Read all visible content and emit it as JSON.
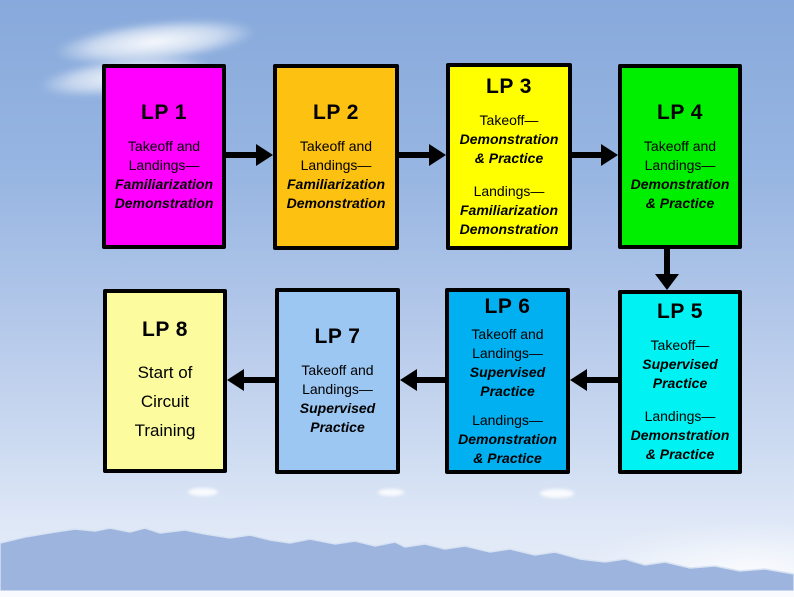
{
  "colors": {
    "border": "#000000",
    "sky_top": "#87a9db",
    "sky_bottom": "#e9eff9",
    "mountain": "#9db5de"
  },
  "boxes": {
    "lp1": {
      "title": "LP 1",
      "fill": "#FF00FF",
      "lines": [
        "Takeoff and",
        "Landings—",
        "Familiarization",
        "Demonstration"
      ]
    },
    "lp2": {
      "title": "LP 2",
      "fill": "#FDC112",
      "lines": [
        "Takeoff and",
        "Landings—",
        "Familiarization",
        "Demonstration"
      ]
    },
    "lp3": {
      "title": "LP 3",
      "fill": "#FFFF00",
      "lines": [
        "Takeoff—",
        "Demonstration",
        "& Practice",
        "Landings—",
        "Familiarization",
        "Demonstration"
      ]
    },
    "lp4": {
      "title": "LP 4",
      "fill": "#00EE00",
      "lines": [
        "Takeoff and",
        "Landings—",
        "Demonstration",
        "& Practice"
      ]
    },
    "lp5": {
      "title": "LP 5",
      "fill": "#00F2F2",
      "lines": [
        "Takeoff—",
        "Supervised",
        "Practice",
        "Landings—",
        "Demonstration",
        "& Practice"
      ]
    },
    "lp6": {
      "title": "LP 6",
      "fill": "#00B0F0",
      "lines": [
        "Takeoff and",
        "Landings—",
        "Supervised",
        "Practice",
        "Landings—",
        "Demonstration",
        "& Practice"
      ]
    },
    "lp7": {
      "title": "LP 7",
      "fill": "#9BC7F2",
      "lines": [
        "Takeoff and",
        "Landings—",
        "Supervised",
        "Practice"
      ]
    },
    "lp8": {
      "title": "LP 8",
      "fill": "#FCFC9E",
      "lines": [
        "Start of",
        "Circuit",
        "Training"
      ]
    }
  },
  "arrows": [
    {
      "from": "lp1",
      "to": "lp2",
      "direction": "right"
    },
    {
      "from": "lp2",
      "to": "lp3",
      "direction": "right"
    },
    {
      "from": "lp3",
      "to": "lp4",
      "direction": "right"
    },
    {
      "from": "lp4",
      "to": "lp5",
      "direction": "down"
    },
    {
      "from": "lp5",
      "to": "lp6",
      "direction": "left"
    },
    {
      "from": "lp6",
      "to": "lp7",
      "direction": "left"
    },
    {
      "from": "lp7",
      "to": "lp8",
      "direction": "left"
    }
  ]
}
